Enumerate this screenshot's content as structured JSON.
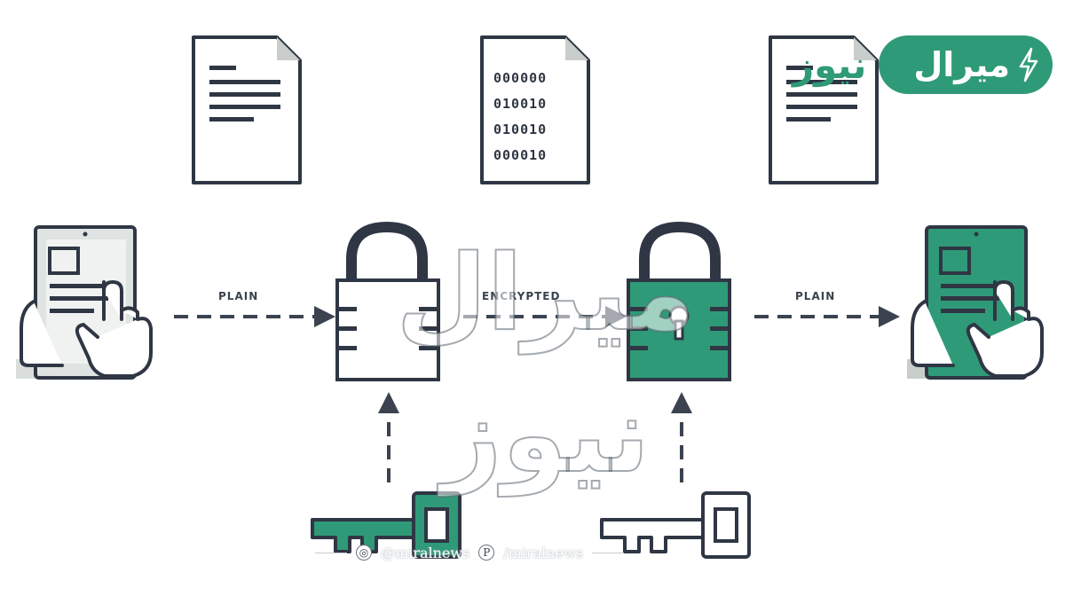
{
  "labels": {
    "plain_left": "PLAIN",
    "encrypted": "ENCRYPTED",
    "plain_right": "PLAIN"
  },
  "encrypted_document_lines": [
    "000000",
    "010010",
    "010010",
    "000010"
  ],
  "logo": {
    "name_main": "ميرال",
    "name_secondary": "نيوز"
  },
  "watermark": "ميرال نيوز",
  "footer": {
    "handle_left": "@miralnews",
    "handle_right": "/miralnews"
  },
  "icons": [
    "document-icon",
    "encrypted-document-icon",
    "tablet-hand-icon",
    "padlock-open-icon",
    "padlock-keyhole-icon",
    "key-icon",
    "lightning-bolt-icon"
  ],
  "colors": {
    "outline": "#2f3644",
    "accent_green": "#2f9a77",
    "light_gray": "#dfe4e2",
    "arrow": "#3b4350"
  }
}
